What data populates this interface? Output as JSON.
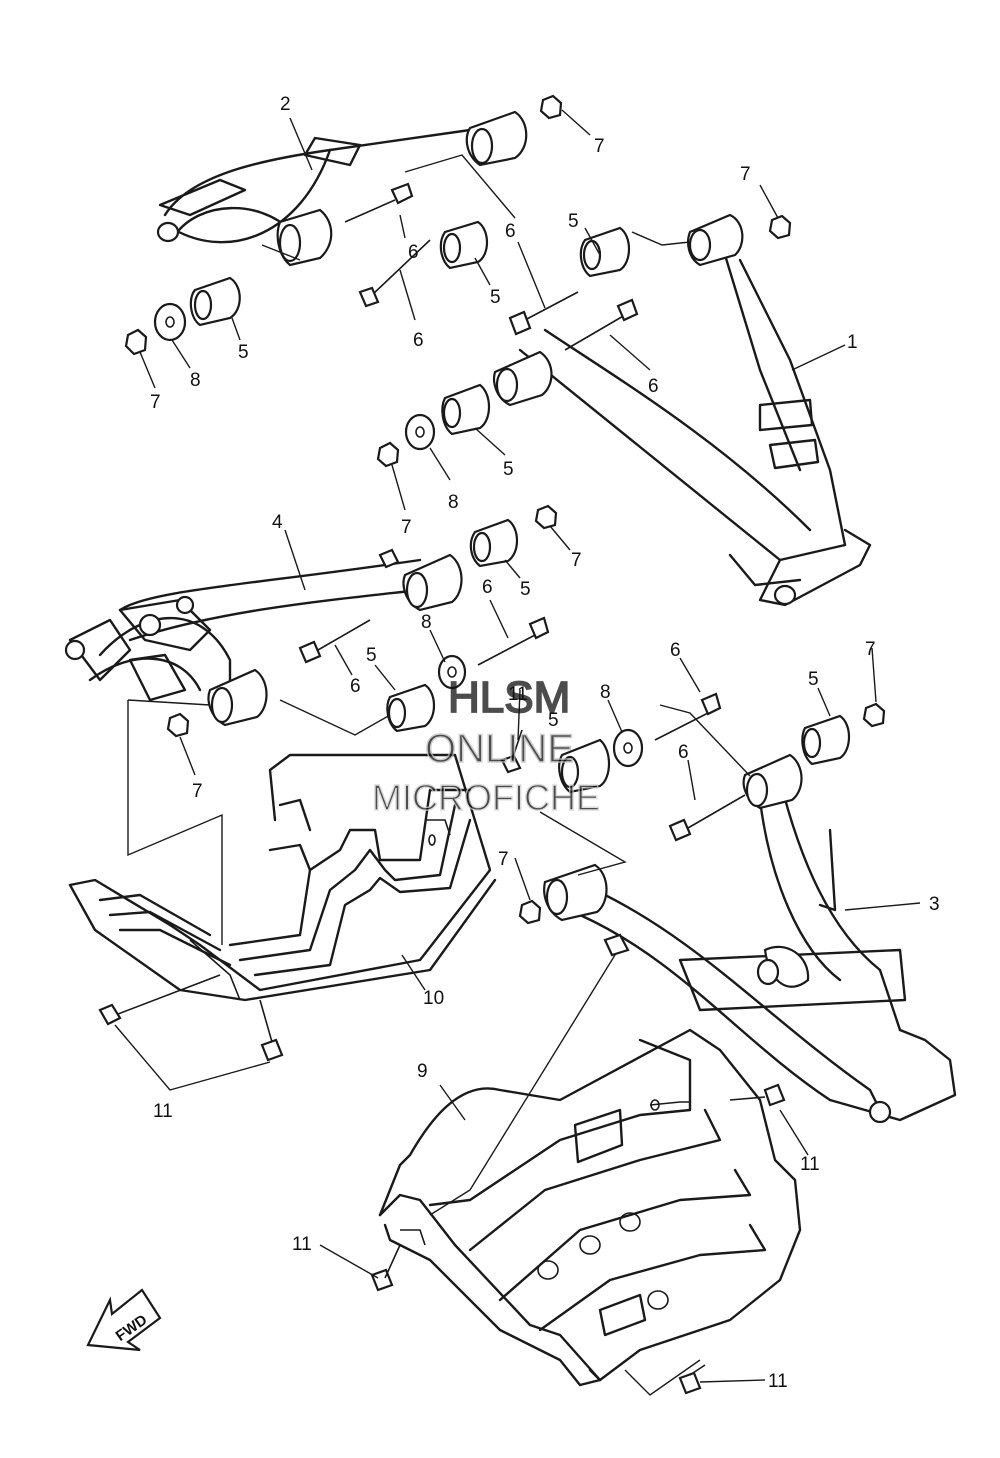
{
  "watermark": {
    "line1": "HLSM",
    "line2": "ONLINE",
    "line3": "MICROFICHE"
  },
  "direction_arrow": {
    "label": "FWD"
  },
  "callouts": {
    "c1": "1",
    "c2": "2",
    "c3": "3",
    "c4": "4",
    "c5a": "5",
    "c5b": "5",
    "c5c": "5",
    "c5d": "5",
    "c5e": "5",
    "c5f": "5",
    "c5g": "5",
    "c5h": "5",
    "c6a": "6",
    "c6b": "6",
    "c6c": "6",
    "c6d": "6",
    "c6e": "6",
    "c6f": "6",
    "c6g": "6",
    "c6h": "6",
    "c7a": "7",
    "c7b": "7",
    "c7c": "7",
    "c7d": "7",
    "c7e": "7",
    "c7f": "7",
    "c7g": "7",
    "c7h": "7",
    "c8a": "8",
    "c8b": "8",
    "c8c": "8",
    "c8d": "8",
    "c9": "9",
    "c10": "10",
    "c11a": "11",
    "c11b": "11",
    "c11c": "11",
    "c11d": "11",
    "c11e": "11"
  },
  "colors": {
    "line": "#1a1a1a",
    "background": "#ffffff",
    "watermark": "#c9c9c9"
  }
}
